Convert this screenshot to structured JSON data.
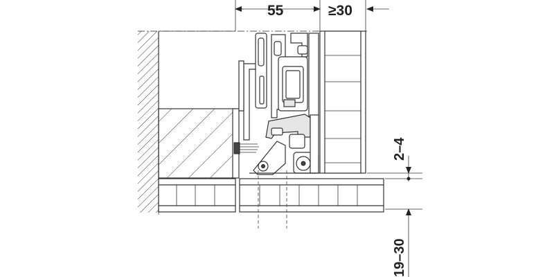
{
  "dimensions": {
    "width_top": "55",
    "width_top_right": "≥30",
    "gap_right": "2–4",
    "height_bottom_right": "19–30"
  },
  "colors": {
    "line": "#333333",
    "fill_grey": "#e6e6e6",
    "background": "#ffffff"
  }
}
